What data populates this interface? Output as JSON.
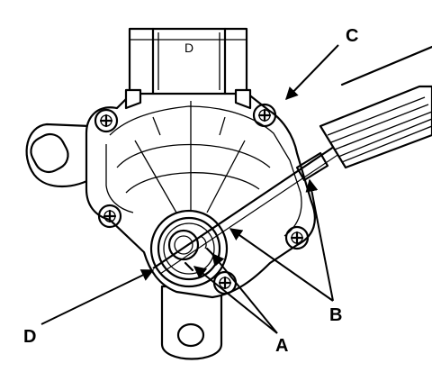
{
  "diagram": {
    "connector_letter": "D",
    "callouts": {
      "a": "A",
      "b": "B",
      "c": "C",
      "d": "D"
    }
  }
}
